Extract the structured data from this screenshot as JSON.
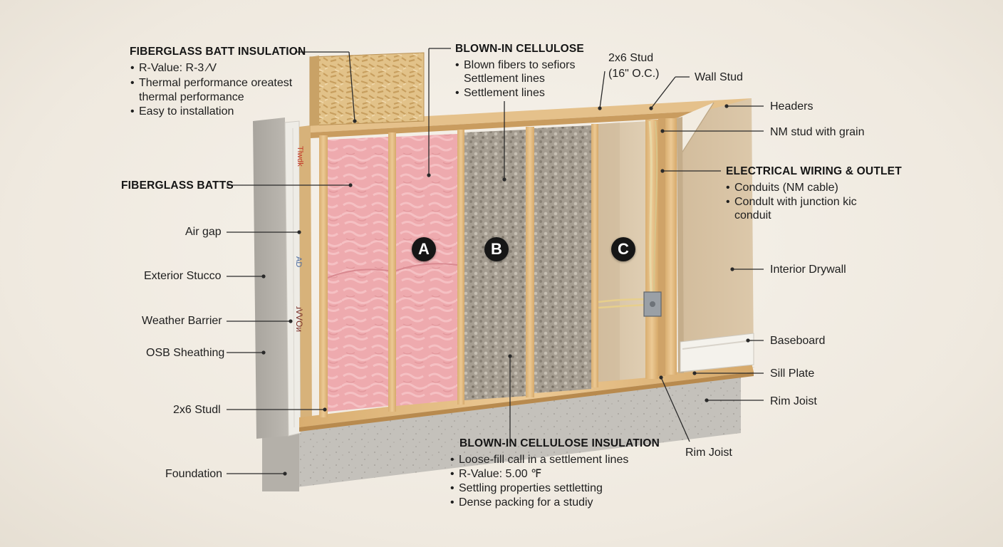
{
  "callouts": {
    "fiberglass_batt_insulation": {
      "heading": "FIBERGLASS BATT INSULATION",
      "bullets": [
        "R-Value: R-3 ⁄V",
        "Thermal performance oreatest",
        "Easy to installation"
      ],
      "continuation": "thermal performance"
    },
    "blown_in_cellulose_top": {
      "heading": "BLOWN-IN CELLULOSE",
      "bullets": [
        "Blown fibers to sefiors",
        "Settlement lines"
      ],
      "continuation": "Settlement lines"
    },
    "stud_2x6_top": {
      "line1": "2x6 Stud",
      "line2": "(16\" O.C.)"
    },
    "wall_stud": "Wall Stud",
    "headers": "Headers",
    "nm_stud": "NM stud with grain",
    "electrical": {
      "heading": "ELECTRICAL WIRING & OUTLET",
      "bullets": [
        "Conduits (NM cable)",
        "Condult with junction kic"
      ],
      "continuation": "conduit"
    },
    "interior_drywall": "Interior Drywall",
    "baseboard": "Baseboard",
    "sill_plate": "Sill Plate",
    "rim_joist_right": "Rim Joist",
    "rim_joist_bottom": "Rim Joist",
    "fiberglass_batts": "FIBERGLASS BATTS",
    "air_gap": "Air gap",
    "exterior_stucco": "Exterior Stucco",
    "weather_barrier": "Weather Barrier",
    "osb_sheathing": "OSB Sheathing",
    "stud_2x6_left": "2x6 Studl",
    "foundation": "Foundation",
    "blown_in_cellulose_insulation": {
      "heading": "BLOWN-IN CELLULOSE INSULATION",
      "bullets": [
        "Loose-fill call in a settlement lines",
        "R-Value: 5.00 ℉",
        "Settling properties settletting",
        "Dense packing for a studiy"
      ]
    }
  },
  "sections": {
    "a": "A",
    "b": "B",
    "c": "C"
  },
  "wrap_text": {
    "top": "Tlwdk",
    "middle": "AD",
    "bottom": "ɹVVOᴎ"
  },
  "colors": {
    "fiberglass": "#eeaaae",
    "cellulose": "#a59d91",
    "wood": "#e3bd84",
    "stucco": "#b3afa8",
    "concrete": "#c4c1bb",
    "drywall": "#d8c3a4"
  }
}
